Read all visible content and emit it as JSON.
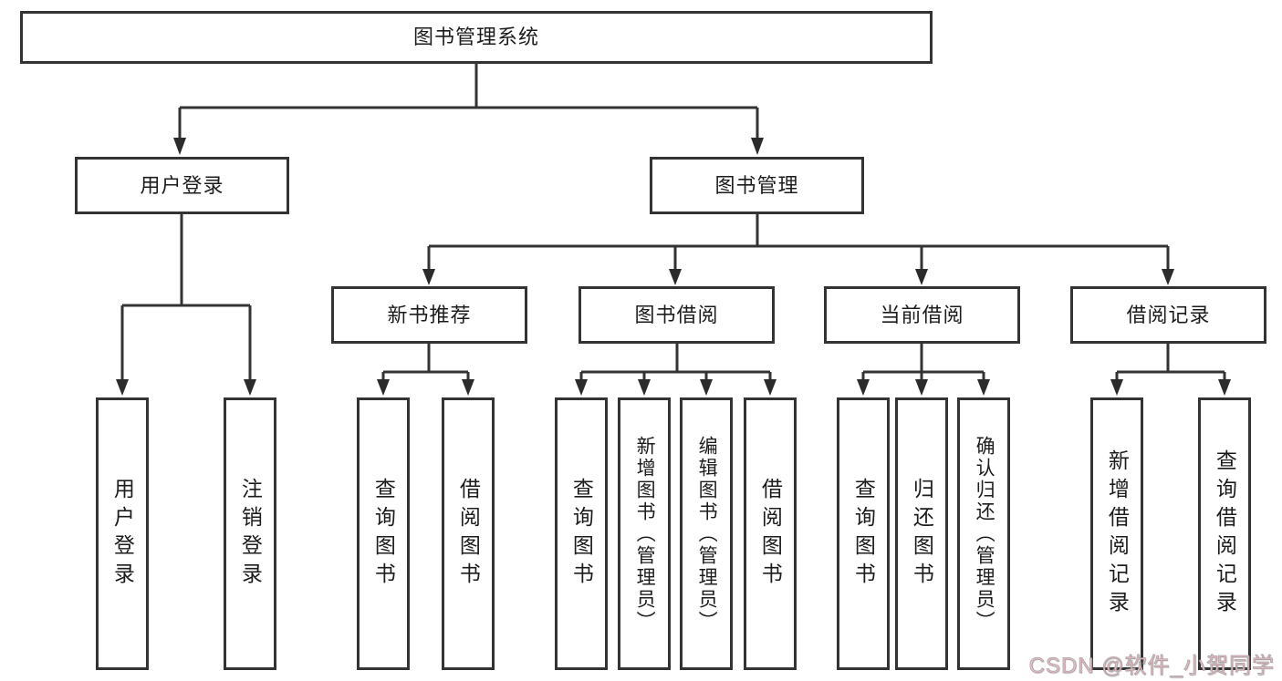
{
  "diagram": {
    "root": {
      "label": "图书管理系统"
    },
    "level2": [
      {
        "id": "user-login",
        "label": "用户登录"
      },
      {
        "id": "book-management",
        "label": "图书管理"
      }
    ],
    "level3": [
      {
        "id": "new-book-recommend",
        "label": "新书推荐",
        "parent": "book-management"
      },
      {
        "id": "book-borrow",
        "label": "图书借阅",
        "parent": "book-management"
      },
      {
        "id": "current-borrow",
        "label": "当前借阅",
        "parent": "book-management"
      },
      {
        "id": "borrow-records",
        "label": "借阅记录",
        "parent": "book-management"
      }
    ],
    "leaves": {
      "user_login": [
        {
          "label": "用户登录"
        },
        {
          "label": "注销登录"
        }
      ],
      "new_book": [
        {
          "label": "查询图书"
        },
        {
          "label": "借阅图书"
        }
      ],
      "book_borrow": [
        {
          "label": "查询图书"
        },
        {
          "label": "新增图书（管理员）"
        },
        {
          "label": "编辑图书（管理员）"
        },
        {
          "label": "借阅图书"
        }
      ],
      "current_borrow": [
        {
          "label": "查询图书"
        },
        {
          "label": "归还图书"
        },
        {
          "label": "确认归还（管理员）"
        }
      ],
      "borrow_records": [
        {
          "label": "新增借阅记录"
        },
        {
          "label": "查询借阅记录"
        }
      ]
    }
  },
  "watermark": {
    "text": "CSDN @软件_小贺同学"
  },
  "colors": {
    "line": "#333333",
    "border": "#333333",
    "text": "#1c1c1c",
    "background": "#ffffff",
    "watermark": "#f0c2ca"
  }
}
